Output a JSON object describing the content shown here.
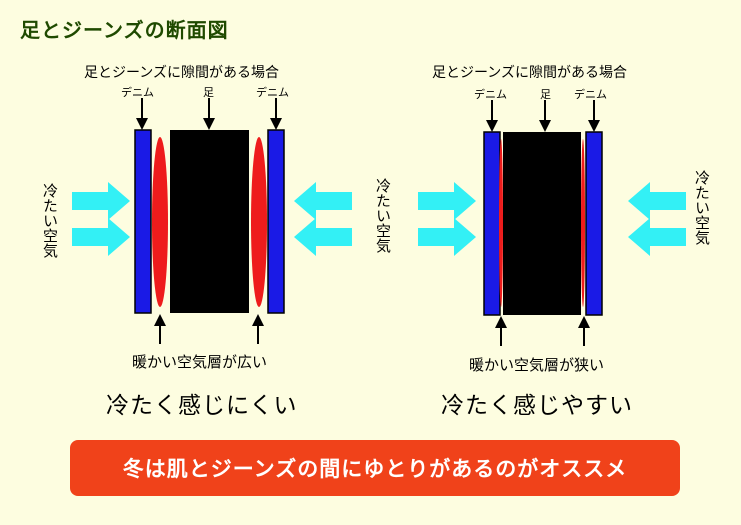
{
  "title": "足とジーンズの断面図",
  "left": {
    "case_label": "足とジーンズに隙間がある場合",
    "denim_left": "デニム",
    "leg": "足",
    "denim_right": "デニム",
    "cold_air_outer": "冷たい空気",
    "cold_air_inner": "冷たい空気",
    "bottom_label": "暖かい空気層が広い",
    "result": "冷たく感じにくい"
  },
  "right": {
    "case_label": "足とジーンズに隙間がある場合",
    "denim_left": "デニム",
    "leg": "足",
    "denim_right": "デニム",
    "cold_air_outer": "冷たい空気",
    "bottom_label": "暖かい空気層が狭い",
    "result": "冷たく感じやすい"
  },
  "banner": "冬は肌とジーンズの間にゆとりがあるのがオススメ",
  "colors": {
    "denim": "#1a1ae6",
    "leg": "#000000",
    "warm_air": "#ee1c1c",
    "cold_arrow": "#33f0f5",
    "banner": "#f0421a",
    "background": "#fdfde0"
  }
}
